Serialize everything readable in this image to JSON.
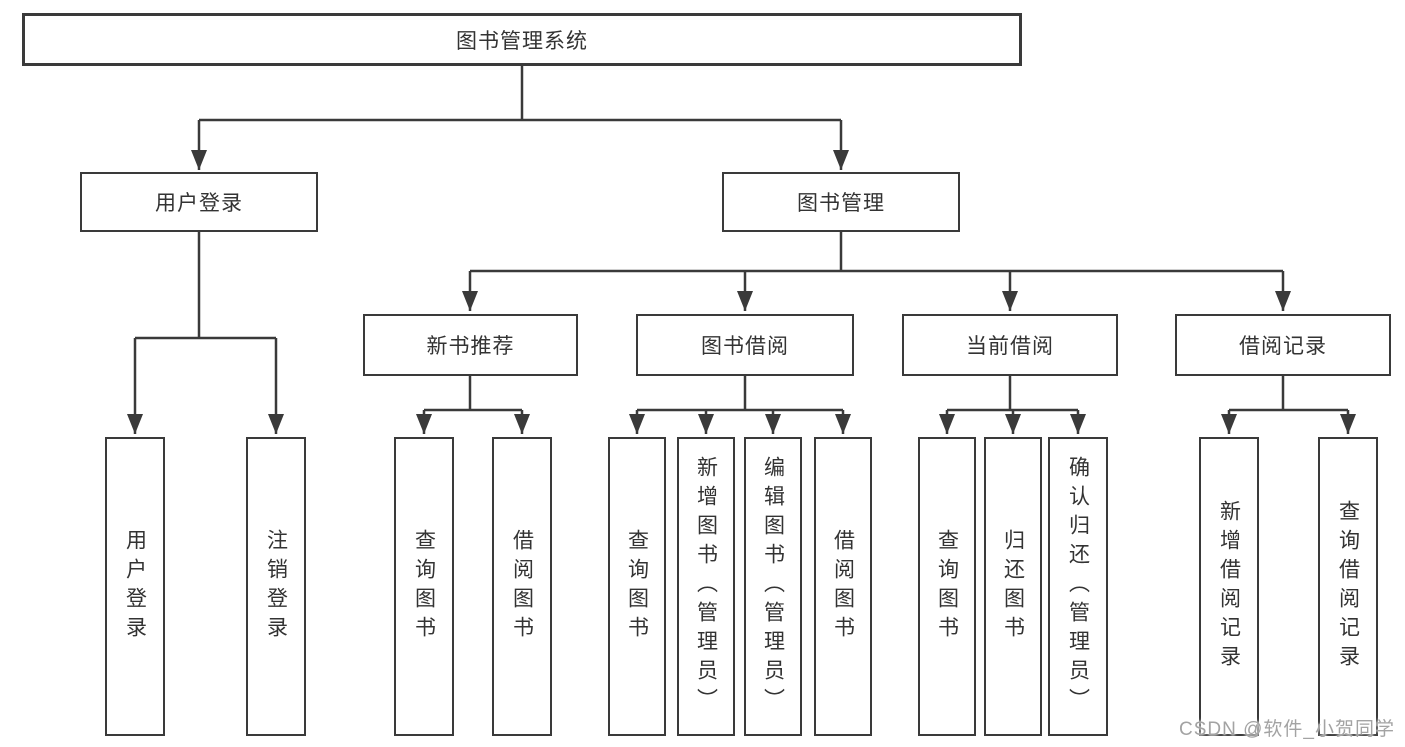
{
  "diagram": {
    "root": {
      "label": "图书管理系统"
    },
    "level2": [
      {
        "label": "用户登录"
      },
      {
        "label": "图书管理"
      }
    ],
    "level3": [
      {
        "label": "新书推荐"
      },
      {
        "label": "图书借阅"
      },
      {
        "label": "当前借阅"
      },
      {
        "label": "借阅记录"
      }
    ],
    "leaves": [
      {
        "parent": "用户登录",
        "label": "用户登录"
      },
      {
        "parent": "用户登录",
        "label": "注销登录"
      },
      {
        "parent": "新书推荐",
        "label": "查询图书"
      },
      {
        "parent": "新书推荐",
        "label": "借阅图书"
      },
      {
        "parent": "图书借阅",
        "label": "查询图书"
      },
      {
        "parent": "图书借阅",
        "label": "新增图书（管理员）"
      },
      {
        "parent": "图书借阅",
        "label": "编辑图书（管理员）"
      },
      {
        "parent": "图书借阅",
        "label": "借阅图书"
      },
      {
        "parent": "当前借阅",
        "label": "查询图书"
      },
      {
        "parent": "当前借阅",
        "label": "归还图书"
      },
      {
        "parent": "当前借阅",
        "label": "确认归还（管理员）"
      },
      {
        "parent": "借阅记录",
        "label": "新增借阅记录"
      },
      {
        "parent": "借阅记录",
        "label": "查询借阅记录"
      }
    ]
  },
  "watermark": "CSDN @软件_小贺同学",
  "colors": {
    "line": "#3a3a3a",
    "text": "#333333",
    "background": "#ffffff",
    "watermark": "#a3a3a3"
  }
}
